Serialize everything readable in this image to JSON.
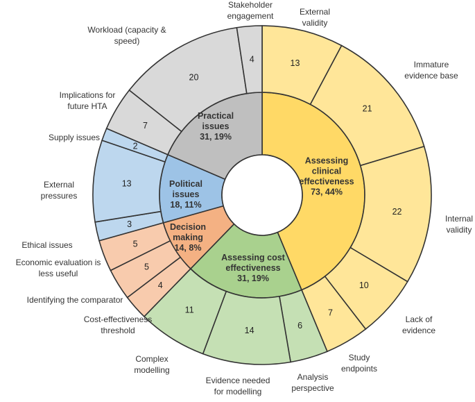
{
  "chart_data": {
    "type": "sunburst",
    "inner": [
      {
        "label": [
          "Assessing",
          "clinical",
          "effectiveness",
          "73, 44%"
        ],
        "value": 73,
        "percent": 44,
        "color": "#FFD966",
        "children": [
          {
            "label": [
              "External",
              "validity"
            ],
            "value": 13,
            "color": "#FFE699"
          },
          {
            "label": [
              "Immature",
              "evidence base"
            ],
            "value": 21,
            "color": "#FFE699"
          },
          {
            "label": [
              "Internal",
              "validity"
            ],
            "value": 22,
            "color": "#FFE699"
          },
          {
            "label": [
              "Lack of",
              "evidence"
            ],
            "value": 10,
            "color": "#FFE699"
          },
          {
            "label": [
              "Study",
              "endpoints"
            ],
            "value": 7,
            "color": "#FFE699"
          }
        ]
      },
      {
        "label": [
          "Assessing cost",
          "effectiveness",
          "31, 19%"
        ],
        "value": 31,
        "percent": 19,
        "color": "#A9D18E",
        "children": [
          {
            "label": [
              "Analysis",
              "perspective"
            ],
            "value": 6,
            "color": "#C5E0B4"
          },
          {
            "label": [
              "Evidence needed",
              "for modelling"
            ],
            "value": 14,
            "color": "#C5E0B4"
          },
          {
            "label": [
              "Complex",
              "modelling"
            ],
            "value": 11,
            "color": "#C5E0B4"
          }
        ]
      },
      {
        "label": [
          "Decision",
          "making",
          "14, 8%"
        ],
        "value": 14,
        "percent": 8,
        "color": "#F4B183",
        "children": [
          {
            "label": [
              "Cost-effectiveness",
              "threshold"
            ],
            "value": 4,
            "color": "#F8CBAD"
          },
          {
            "label": [
              "Identifying the comparator"
            ],
            "value": 5,
            "color": "#F8CBAD"
          },
          {
            "label": [
              "Economic evaluation is",
              "less useful"
            ],
            "value": 5,
            "color": "#F8CBAD"
          }
        ]
      },
      {
        "label": [
          "Political",
          "issues",
          "18, 11%"
        ],
        "value": 18,
        "percent": 11,
        "color": "#9DC3E6",
        "children": [
          {
            "label": [
              "Ethical issues"
            ],
            "value": 3,
            "color": "#BDD7EE"
          },
          {
            "label": [
              "External",
              "pressures"
            ],
            "value": 13,
            "color": "#BDD7EE"
          },
          {
            "label": [
              "Supply issues"
            ],
            "value": 2,
            "color": "#BDD7EE"
          }
        ]
      },
      {
        "label": [
          "Practical",
          "issues",
          "31, 19%"
        ],
        "value": 31,
        "percent": 19,
        "color": "#BFBFBF",
        "children": [
          {
            "label": [
              "Implications for",
              "future HTA"
            ],
            "value": 7,
            "color": "#D9D9D9"
          },
          {
            "label": [
              "Workload (capacity &",
              "speed)"
            ],
            "value": 20,
            "color": "#D9D9D9"
          },
          {
            "label": [
              "Stakeholder",
              "engagement"
            ],
            "value": 4,
            "color": "#D9D9D9"
          }
        ]
      }
    ]
  }
}
